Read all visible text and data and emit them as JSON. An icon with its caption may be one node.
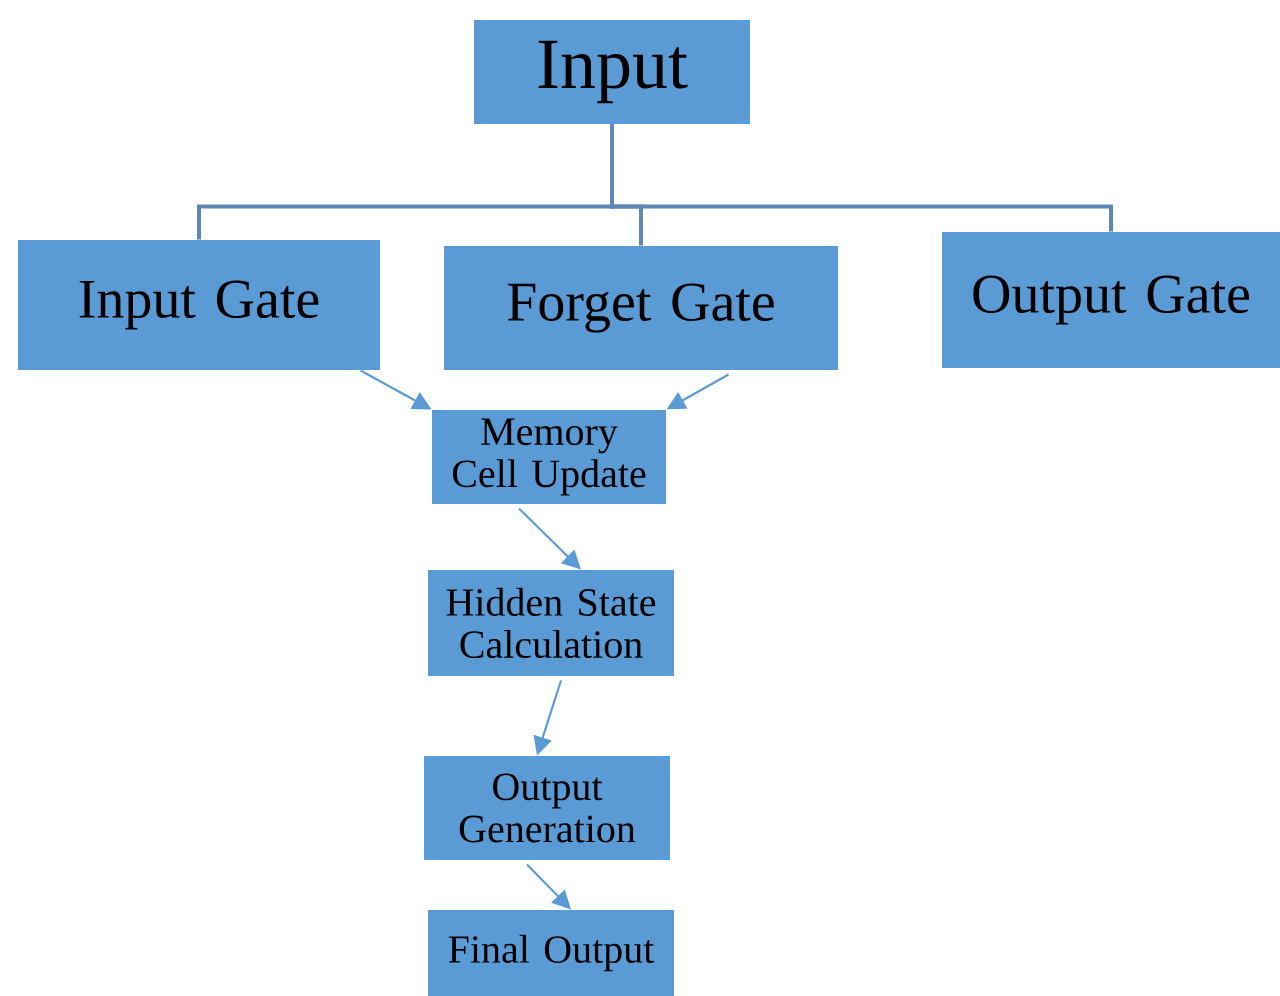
{
  "diagram": {
    "nodes": [
      {
        "text": [
          "Input"
        ]
      },
      {
        "text": [
          "Input Gate"
        ]
      },
      {
        "text": [
          "Forget Gate"
        ]
      },
      {
        "text": [
          "Output Gate"
        ]
      },
      {
        "text": [
          "Memory Cell Update"
        ]
      },
      {
        "text": [
          "Hidden State Calculation"
        ]
      },
      {
        "text": [
          "Output Generation"
        ]
      },
      {
        "text": [
          "Final Output"
        ]
      }
    ],
    "edges": [
      {
        "from": 0,
        "to": 1,
        "arrow": "none"
      },
      {
        "from": 0,
        "to": 2,
        "arrow": "none"
      },
      {
        "from": 0,
        "to": 3,
        "arrow": "none"
      },
      {
        "from": 1,
        "to": 4,
        "arrow": "to"
      },
      {
        "from": 2,
        "to": 4,
        "arrow": "to"
      },
      {
        "from": 4,
        "to": 5,
        "arrow": "to"
      },
      {
        "from": 5,
        "to": 6,
        "arrow": "to"
      },
      {
        "from": 6,
        "to": 7,
        "arrow": "to"
      }
    ]
  }
}
